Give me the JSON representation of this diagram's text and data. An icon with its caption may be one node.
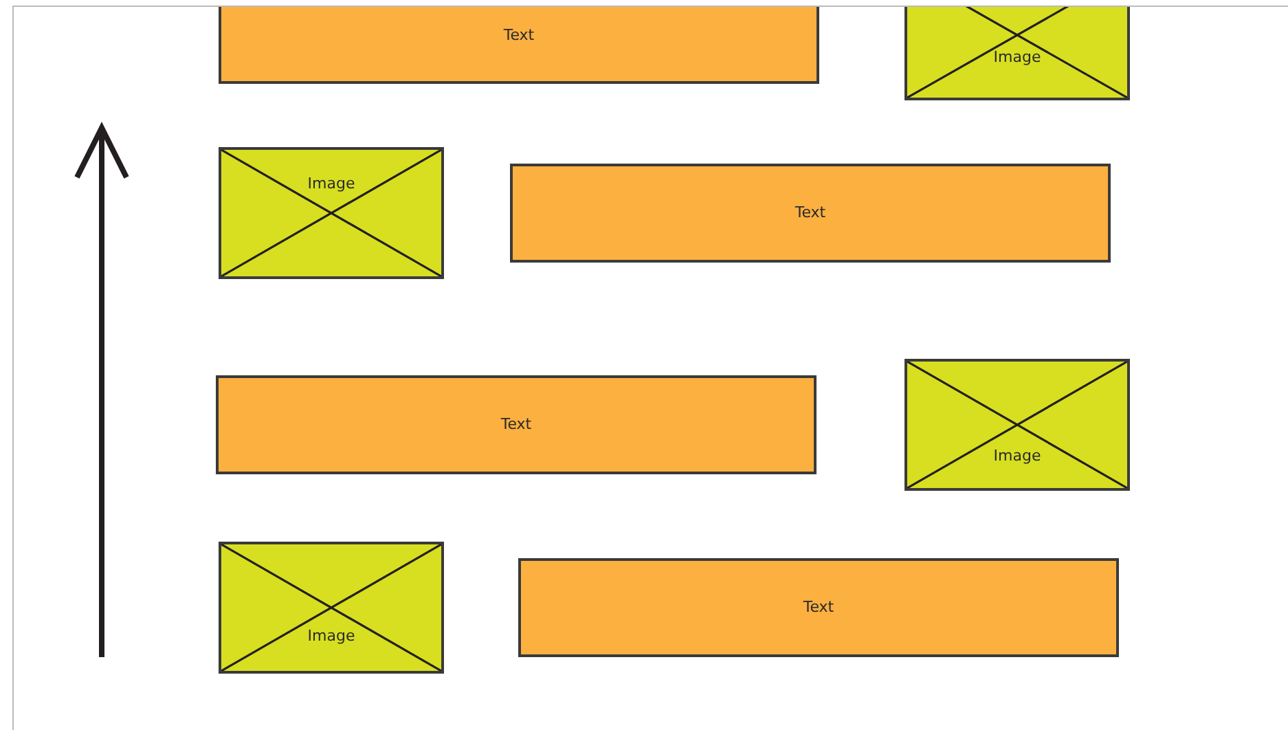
{
  "diagram": {
    "nodes": [
      {
        "text": [
          "Text"
        ]
      },
      {
        "text": [
          "Image"
        ]
      },
      {
        "text": [
          "Image"
        ]
      },
      {
        "text": [
          "Text"
        ]
      },
      {
        "text": [
          "Text"
        ]
      },
      {
        "text": [
          "Image"
        ]
      },
      {
        "text": [
          "Image"
        ]
      },
      {
        "text": [
          "Text"
        ]
      }
    ]
  }
}
